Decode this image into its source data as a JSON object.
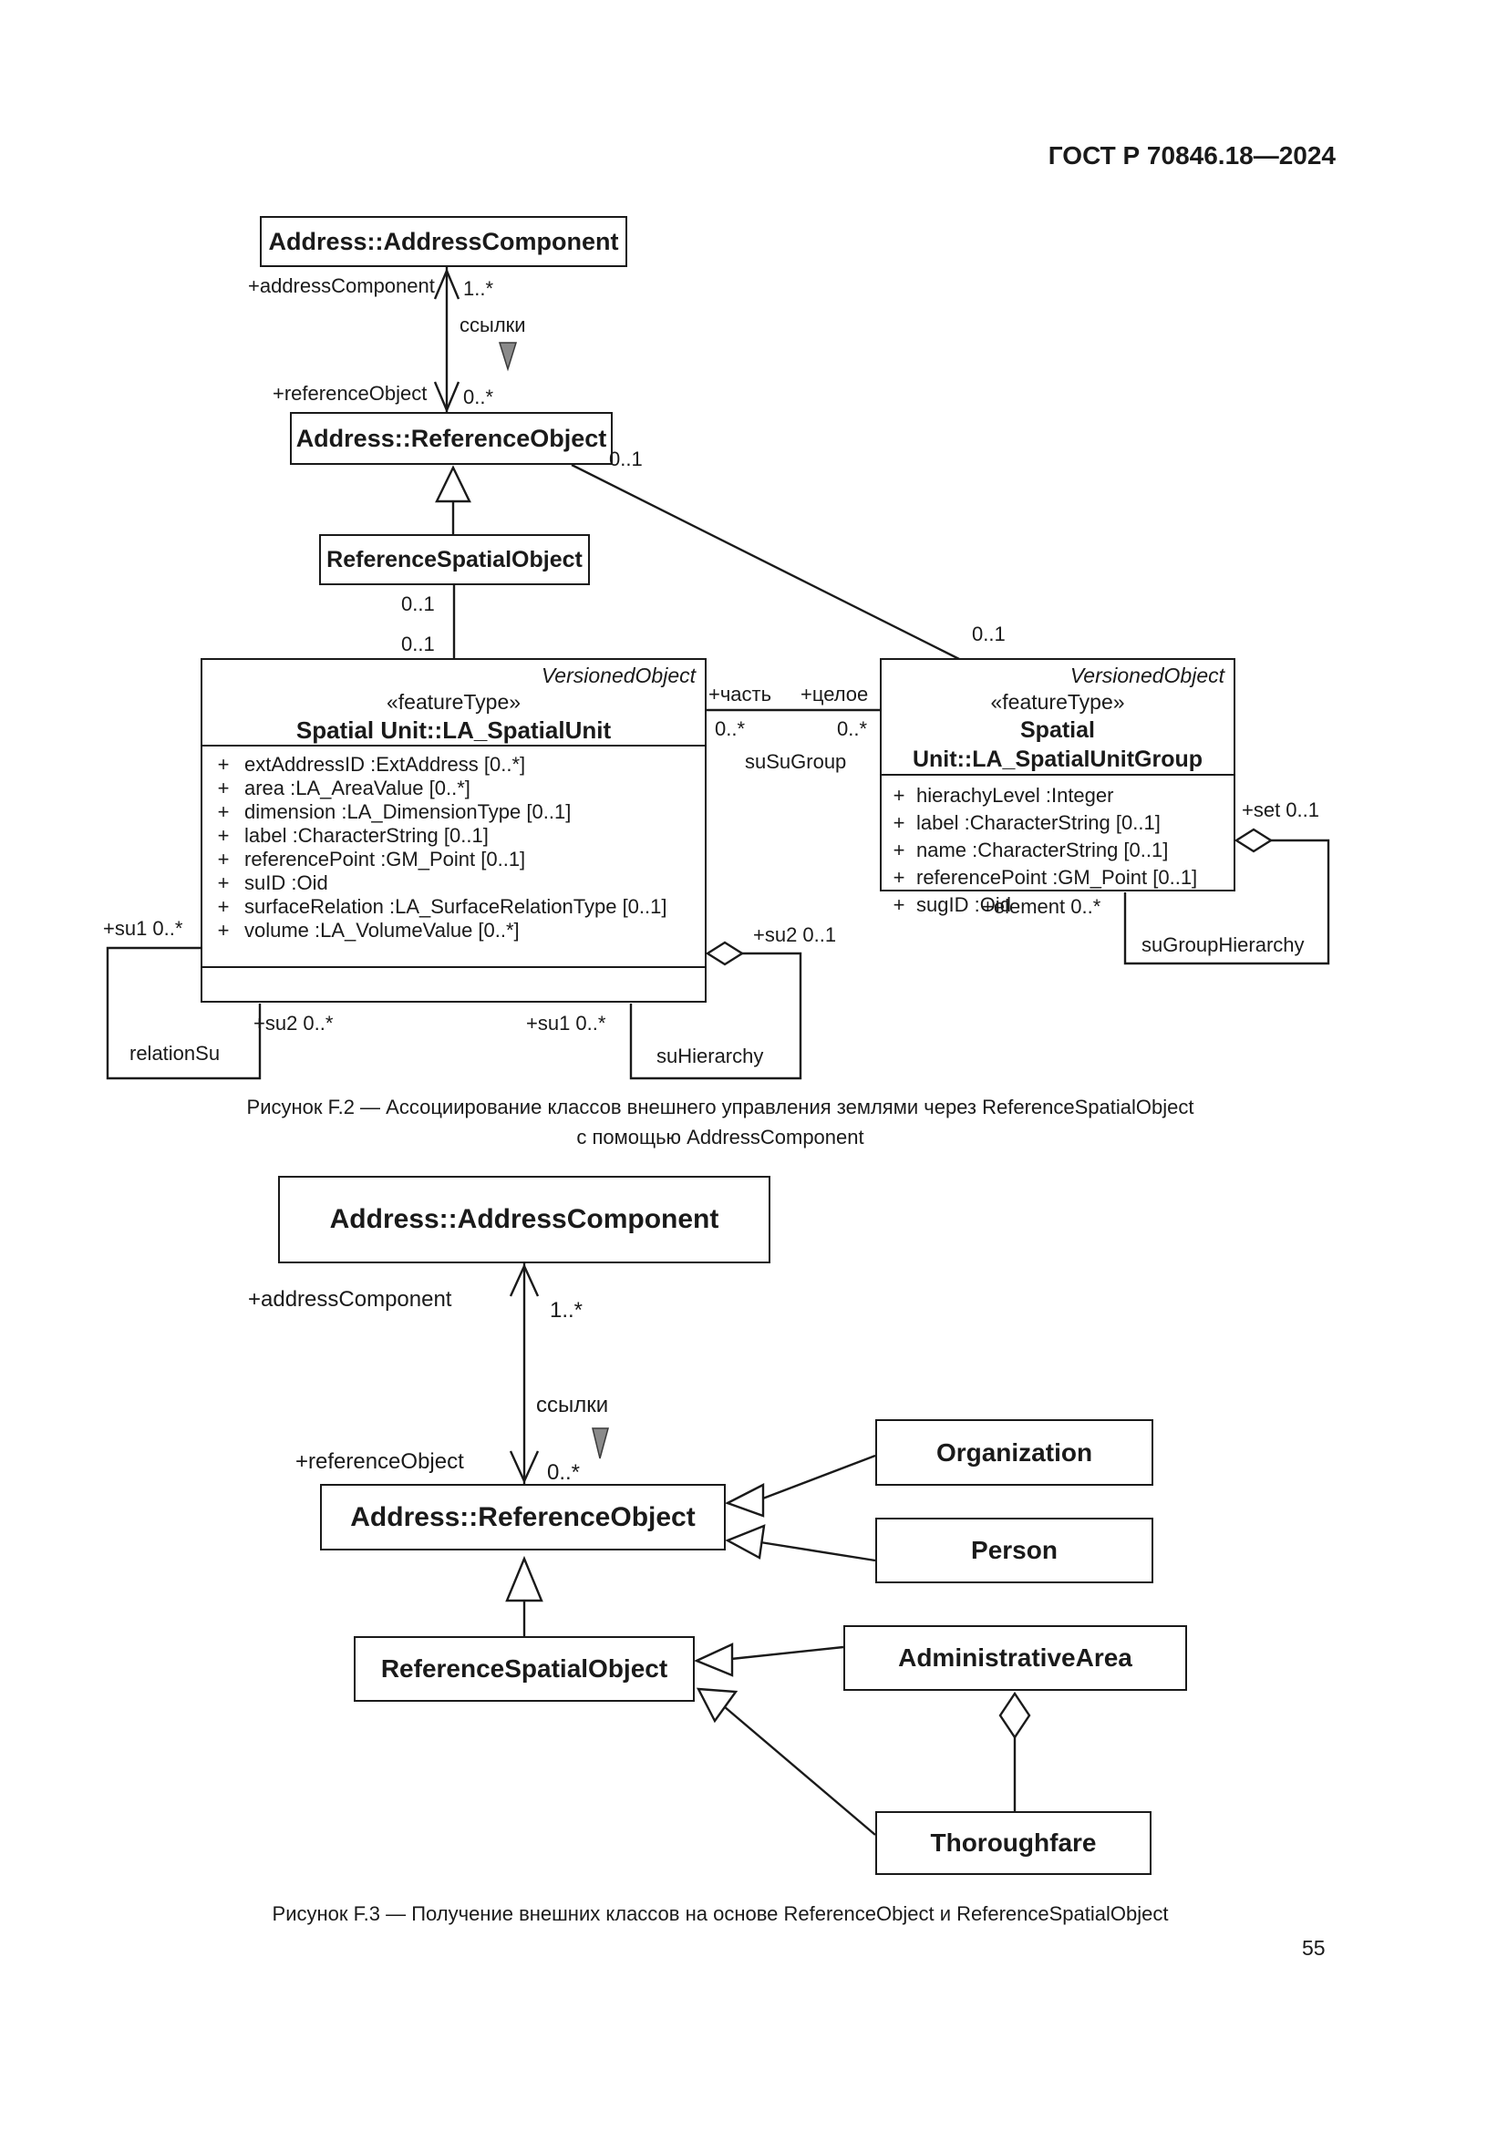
{
  "page": {
    "header": "ГОСТ Р 70846.18—2024",
    "page_number": "55"
  },
  "figure_f2": {
    "caption_line1": "Рисунок F.2 — Ассоциирование классов внешнего управления землями через ReferenceSpatialObject",
    "caption_line2": "с помощью AddressComponent",
    "classes": {
      "address_component": {
        "name": "Address::AddressComponent"
      },
      "reference_object": {
        "name": "Address::ReferenceObject"
      },
      "reference_spatial_object": {
        "name": "ReferenceSpatialObject"
      },
      "la_spatial_unit": {
        "parent": "VersionedObject",
        "stereotype": "«featureType»",
        "name": "Spatial Unit::LA_SpatialUnit",
        "attributes": [
          {
            "vis": "+",
            "text": "extAddressID  :ExtAddress [0..*]"
          },
          {
            "vis": "+",
            "text": "area  :LA_AreaValue [0..*]"
          },
          {
            "vis": "+",
            "text": "dimension  :LA_DimensionType [0..1]"
          },
          {
            "vis": "+",
            "text": "label  :CharacterString [0..1]"
          },
          {
            "vis": "+",
            "text": "referencePoint  :GM_Point [0..1]"
          },
          {
            "vis": "+",
            "text": "suID  :Oid"
          },
          {
            "vis": "+",
            "text": "surfaceRelation  :LA_SurfaceRelationType [0..1]"
          },
          {
            "vis": "+",
            "text": "volume  :LA_VolumeValue [0..*]"
          }
        ]
      },
      "la_spatial_unit_group": {
        "parent": "VersionedObject",
        "stereotype": "«featureType»",
        "name": "Spatial Unit::LA_SpatialUnitGroup",
        "attributes": [
          {
            "vis": "+",
            "text": "hierachyLevel  :Integer"
          },
          {
            "vis": "+",
            "text": "label  :CharacterString [0..1]"
          },
          {
            "vis": "+",
            "text": "name  :CharacterString [0..1]"
          },
          {
            "vis": "+",
            "text": "referencePoint  :GM_Point [0..1]"
          },
          {
            "vis": "+",
            "text": "sugID  :Oid"
          }
        ]
      }
    },
    "labels": {
      "address_component_role": "+addressComponent",
      "address_component_mult": "1..*",
      "link_name": "ссылки",
      "reference_object_role": "+referenceObject",
      "reference_object_mult": "0..*",
      "ro_diag_mult": "0..1",
      "group_diag_mult": "0..1",
      "rso_mult_top": "0..1",
      "rso_mult_bottom": "0..1",
      "part_role": "+часть",
      "whole_role": "+целое",
      "part_mult": "0..*",
      "whole_mult": "0..*",
      "su_su_group": "suSuGroup",
      "su1_left": "+su1 0..*",
      "relation_su": "relationSu",
      "su2_bottom": "+su2 0..*",
      "su1_bottom": "+su1 0..*",
      "su2_right": "+su2 0..1",
      "su_hierarchy": "suHierarchy",
      "set_role": "+set 0..1",
      "element_role": "+element 0..*",
      "su_group_hierarchy": "suGroupHierarchy"
    }
  },
  "figure_f3": {
    "caption": "Рисунок F.3 — Получение внешних классов на основе ReferenceObject и ReferenceSpatialObject",
    "classes": {
      "address_component": {
        "name": "Address::AddressComponent"
      },
      "reference_object": {
        "name": "Address::ReferenceObject"
      },
      "reference_spatial_object": {
        "name": "ReferenceSpatialObject"
      },
      "organization": {
        "name": "Organization"
      },
      "person": {
        "name": "Person"
      },
      "administrative_area": {
        "name": "AdministrativeArea"
      },
      "thoroughfare": {
        "name": "Thoroughfare"
      }
    },
    "labels": {
      "address_component_role": "+addressComponent",
      "address_component_mult": "1..*",
      "link_name": "ссылки",
      "reference_object_role": "+referenceObject",
      "reference_object_mult": "0..*"
    }
  }
}
